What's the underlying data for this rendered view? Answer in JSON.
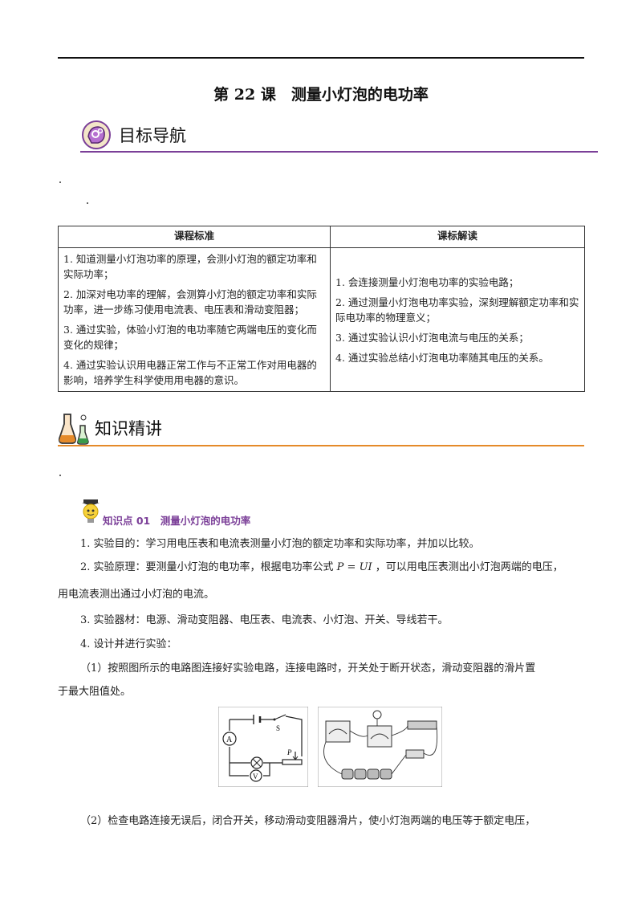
{
  "title": "第 22 课　测量小灯泡的电功率",
  "section1": {
    "label": "目标导航",
    "icon": "brain-gear-icon"
  },
  "table": {
    "headers": [
      "课程标准",
      "课标解读"
    ],
    "left": [
      "1. 知道测量小灯泡功率的原理，会测小灯泡的额定功率和实际功率；",
      "2. 加深对电功率的理解，会测算小灯泡的额定功率和实际功率，进一步练习使用电流表、电压表和滑动变阻器；",
      "3. 通过实验，体验小灯泡的电功率随它两端电压的变化而变化的规律；",
      "4. 通过实验认识用电器正常工作与不正常工作对用电器的影响，培养学生科学使用用电器的意识。"
    ],
    "right": [
      "1. 会连接测量小灯泡电功率的实验电路；",
      "2. 通过测量小灯泡电功率实验，深刻理解额定功率和实际电功率的物理意义；",
      "3. 通过实验认识小灯泡电流与电压的关系；",
      "4. 通过实验总结小灯泡电功率随其电压的关系。"
    ]
  },
  "section2": {
    "label": "知识精讲",
    "icon": "flask-icon"
  },
  "knowledge_point": {
    "label": "知识点 01　测量小灯泡的电功率",
    "icon": "lightbulb-mascot-icon"
  },
  "paragraphs": {
    "p1": "1. 实验目的：学习用电压表和电流表测量小灯泡的额定功率和实际功率，并加以比较。",
    "p2a": "2. 实验原理：要测量小灯泡的电功率，根据电功率公式 ",
    "formula": "P = UI",
    "p2b": " ，可以用电压表测出小灯泡两端的电压，",
    "p2c": "用电流表测出通过小灯泡的电流。",
    "p3": "3. 实验器材：电源、滑动变阻器、电压表、电流表、小灯泡、开关、导线若干。",
    "p4": "4. 设计并进行实验：",
    "p5a": "（1）按照图所示的电路图连接好实验电路，连接电路时，开关处于断开状态，滑动变阻器的滑片置",
    "p5b": "于最大阻值处。",
    "p6": "（2）检查电路连接无误后，闭合开关，移动滑动变阻器滑片，使小灯泡两端的电压等于额定电压，"
  },
  "circuit": {
    "switch": "S",
    "ammeter": "A",
    "voltmeter": "V",
    "slider": "P"
  }
}
